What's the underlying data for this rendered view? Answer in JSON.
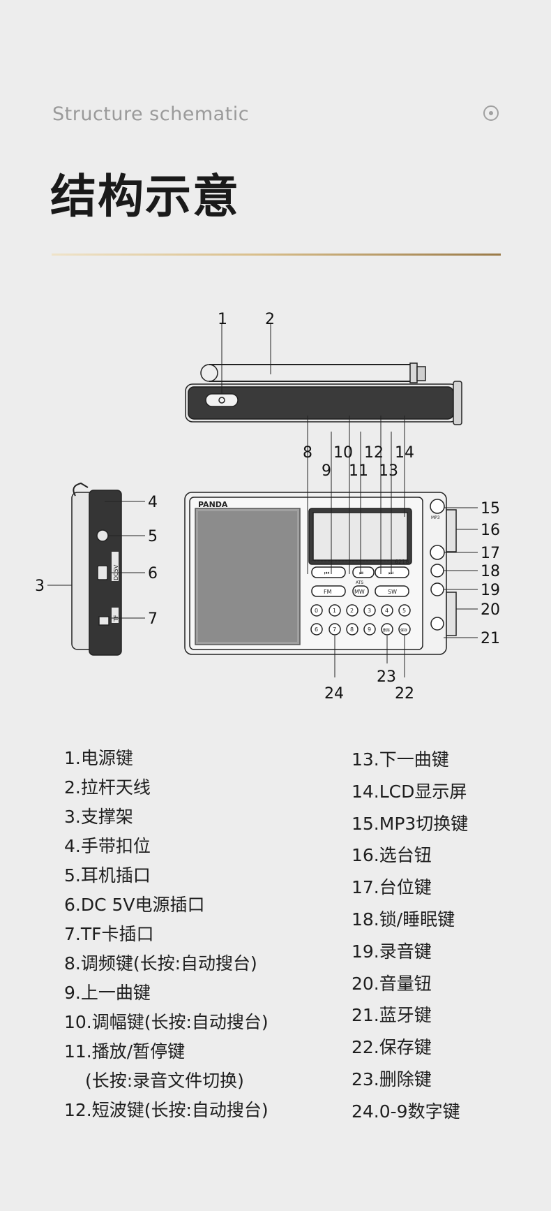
{
  "header": {
    "subtitle": "Structure schematic",
    "title": "结构示意",
    "icon": "target-icon"
  },
  "diagram": {
    "brand": "PANDA",
    "model": "6218",
    "buttons": {
      "fm": "FM",
      "mw": "MW",
      "sw": "SW",
      "ats": "ATS",
      "mp3": "MP3",
      "delete": "删除",
      "save": "保存",
      "dc5v": "DC5V",
      "tf": "TF"
    },
    "callouts": [
      "1",
      "2",
      "3",
      "4",
      "5",
      "6",
      "7",
      "8",
      "9",
      "10",
      "11",
      "12",
      "13",
      "14",
      "15",
      "16",
      "17",
      "18",
      "19",
      "20",
      "21",
      "22",
      "23",
      "24"
    ]
  },
  "legend": {
    "left": [
      "1.电源键",
      "2.拉杆天线",
      "3.支撑架",
      "4.手带扣位",
      "5.耳机插口",
      "6.DC 5V电源插口",
      "7.TF卡插口",
      "8.调频键(长按:自动搜台)",
      "9.上一曲键",
      "10.调幅键(长按:自动搜台)",
      "11.播放/暂停键",
      "(长按:录音文件切换)",
      "12.短波键(长按:自动搜台)"
    ],
    "right": [
      "13.下一曲键",
      "14.LCD显示屏",
      "15.MP3切换键",
      "16.选台钮",
      "17.台位键",
      "18.锁/睡眠键",
      "19.录音键",
      "20.音量钮",
      "21.蓝牙键",
      "22.保存键",
      "23.删除键",
      "24.0-9数字键"
    ]
  }
}
